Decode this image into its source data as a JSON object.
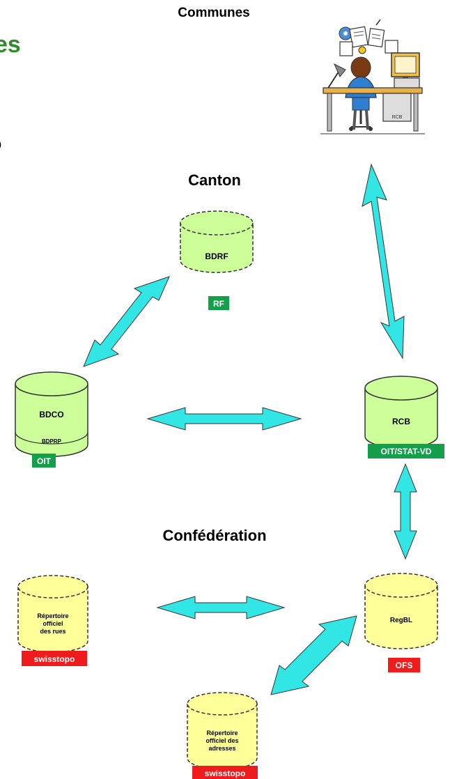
{
  "slide": {
    "title_fragment": "es",
    "side_fragment": "o"
  },
  "sections": {
    "communes": "Communes",
    "canton": "Canton",
    "confederation": "Confédération"
  },
  "databases": {
    "bdrf": {
      "label": "BDRF",
      "tag": "RF"
    },
    "bdco": {
      "label": "BDCO",
      "sublabel": "BDPRP",
      "tag": "OIT"
    },
    "rcb": {
      "label": "RCB",
      "tag": "OIT/STAT-VD"
    },
    "rues": {
      "label_lines": [
        "Répertoire",
        "officiel",
        "des rues"
      ],
      "tag": "swisstopo"
    },
    "regbl": {
      "label": "RegBL",
      "tag": "OFS"
    },
    "adresses": {
      "label_lines": [
        "Répertoire",
        "officiel des",
        "adresses"
      ],
      "tag": "swisstopo"
    }
  },
  "colors": {
    "title_green": "#2e8b2e",
    "canton_db_fill": "#ccff99",
    "federal_db_fill": "#ffff99",
    "arrow_fill": "#33e6e6",
    "tag_green": "#14a04a",
    "tag_red": "#ee1c1c"
  },
  "icons": {
    "communes": "office-worker-desk-illustration"
  }
}
